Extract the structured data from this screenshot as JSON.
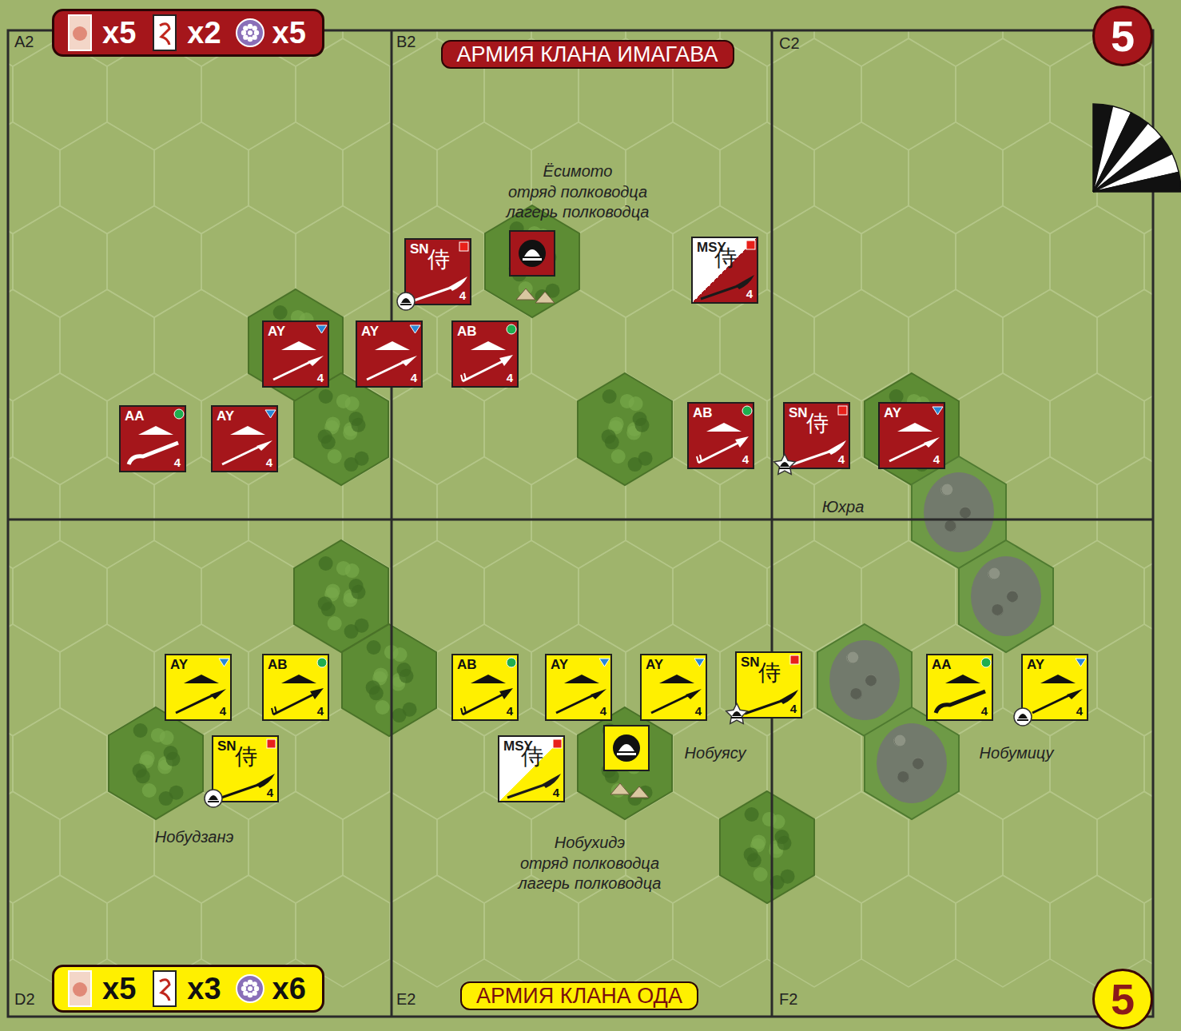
{
  "diagram": {
    "nodes": [
      {
        "text": [
          "x5",
          "x2",
          "x5"
        ]
      },
      {
        "text": [
          "АРМИЯ КЛАНА ИМАГАВА"
        ]
      },
      {
        "text": [
          "5"
        ]
      },
      {
        "text": [
          "SN",
          "侍",
          "4"
        ]
      },
      {
        "text": [
          "MSY",
          "侍",
          "4"
        ]
      },
      {
        "text": [
          "AY",
          "4"
        ]
      },
      {
        "text": [
          "AY",
          "4"
        ]
      },
      {
        "text": [
          "AB",
          "4"
        ]
      },
      {
        "text": [
          "AA",
          "4"
        ]
      },
      {
        "text": [
          "AY",
          "4"
        ]
      },
      {
        "text": [
          "AB",
          "4"
        ]
      },
      {
        "text": [
          "SN",
          "侍",
          "4"
        ]
      },
      {
        "text": [
          "AY",
          "4"
        ]
      },
      {
        "text": [
          "AY",
          "4"
        ]
      },
      {
        "text": [
          "AB",
          "4"
        ]
      },
      {
        "text": [
          "AB",
          "4"
        ]
      },
      {
        "text": [
          "AY",
          "4"
        ]
      },
      {
        "text": [
          "AY",
          "4"
        ]
      },
      {
        "text": [
          "SN",
          "侍",
          "4"
        ]
      },
      {
        "text": [
          "AA",
          "4"
        ]
      },
      {
        "text": [
          "AY",
          "4"
        ]
      },
      {
        "text": [
          "SN",
          "侍",
          "4"
        ]
      },
      {
        "text": [
          "MSY",
          "侍",
          "4"
        ]
      },
      {
        "text": [
          "x5",
          "x3",
          "x6"
        ]
      },
      {
        "text": [
          "АРМИЯ КЛАНА ОДА"
        ]
      },
      {
        "text": [
          "5"
        ]
      }
    ],
    "labels": [
      "A2",
      "B2",
      "C2",
      "Ёсимото",
      "отряд полководца лагерь полководца",
      "Юхра",
      "Нобуясу",
      "Нобумицу",
      "Нобудзанэ",
      "Нобухидэ",
      "отряд полководца лагерь полководца",
      "D2",
      "E2",
      "F2"
    ]
  }
}
